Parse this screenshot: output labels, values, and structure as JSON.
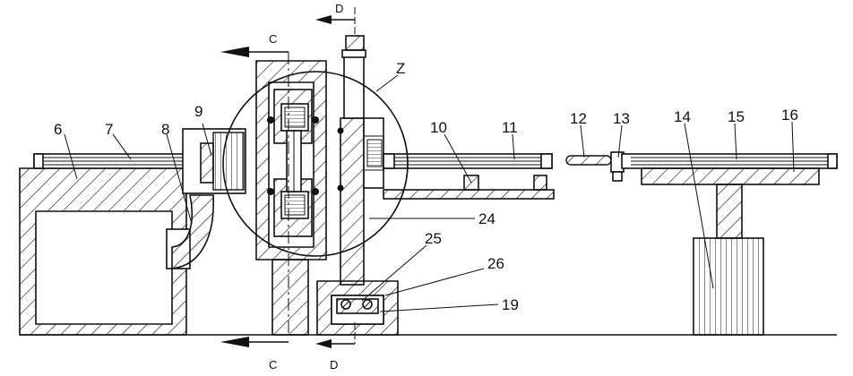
{
  "labels": {
    "l6": "6",
    "l7": "7",
    "l8": "8",
    "l9": "9",
    "l10": "10",
    "l11": "11",
    "l12": "12",
    "l13": "13",
    "l14": "14",
    "l15": "15",
    "l16": "16",
    "l19": "19",
    "l24": "24",
    "l25": "25",
    "l26": "26",
    "lz": "Z"
  },
  "sections": {
    "c_top": "C",
    "c_bottom": "C",
    "d_top": "D",
    "d_bottom": "D"
  }
}
